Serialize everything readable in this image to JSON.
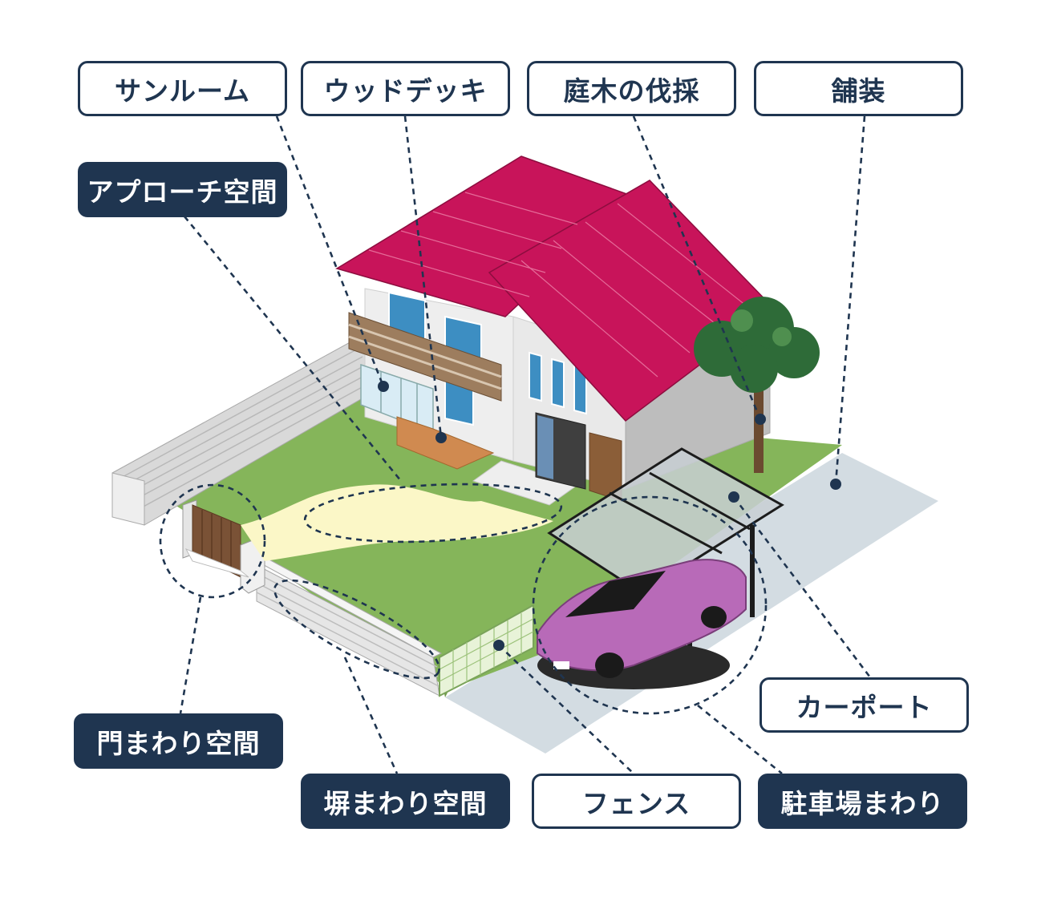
{
  "labels": {
    "sunroom": "サンルーム",
    "wood_deck": "ウッドデッキ",
    "tree_felling": "庭木の伐採",
    "paving": "舗装",
    "approach_space": "アプローチ空間",
    "gate_space": "門まわり空間",
    "wall_space": "塀まわり空間",
    "fence": "フェンス",
    "parking_area": "駐車場まわり",
    "carport": "カーポート"
  },
  "colors": {
    "navy": "#1f3550",
    "roof": "#c8145a",
    "lawn": "#85b55a",
    "path": "#fbf7c7",
    "pavement": "#d3dce2",
    "car": "#b86ab8",
    "tree": "#2e6b38"
  },
  "icons": {
    "house": "house-illustration",
    "tree": "tree-illustration",
    "car": "car-illustration",
    "carport": "carport-illustration"
  }
}
